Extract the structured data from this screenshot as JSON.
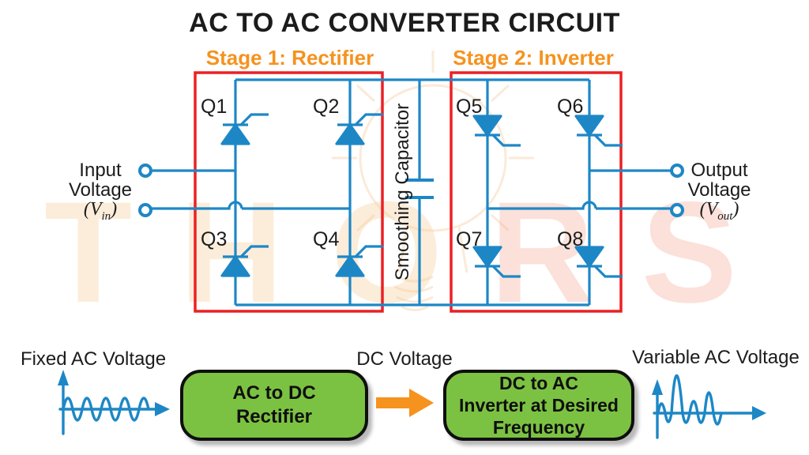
{
  "title": "AC TO AC CONVERTER CIRCUIT",
  "stage1_label": "Stage 1: Rectifier",
  "stage2_label": "Stage 2: Inverter",
  "circuit": {
    "thyristors": [
      "Q1",
      "Q2",
      "Q3",
      "Q4",
      "Q5",
      "Q6",
      "Q7",
      "Q8"
    ],
    "capacitor_label": "Smoothing Capacitor",
    "input": {
      "line1": "Input",
      "line2": "Voltage",
      "paren_open": "(",
      "symbol": "V",
      "subscript": "in",
      "paren_close": ")"
    },
    "output": {
      "line1": "Output",
      "line2": "Voltage",
      "paren_open": "(",
      "symbol": "V",
      "subscript": "out",
      "paren_close": ")"
    }
  },
  "flow": {
    "fixed_ac_label": "Fixed AC Voltage",
    "dc_label": "DC Voltage",
    "variable_ac_label": "Variable AC Voltage",
    "rectifier_box": {
      "line1": "AC to DC",
      "line2": "Rectifier"
    },
    "inverter_box": {
      "line1": "DC to AC",
      "line2": "Inverter at Desired",
      "line3": "Frequency"
    }
  },
  "watermark": {
    "part1": "THO",
    "part2": "RS"
  },
  "colors": {
    "wire_blue": "#1d87c6",
    "stage_outline_red": "#ec2024",
    "accent_orange": "#f6921e",
    "box_green": "#7cc242",
    "text_black": "#1c1c1c"
  }
}
